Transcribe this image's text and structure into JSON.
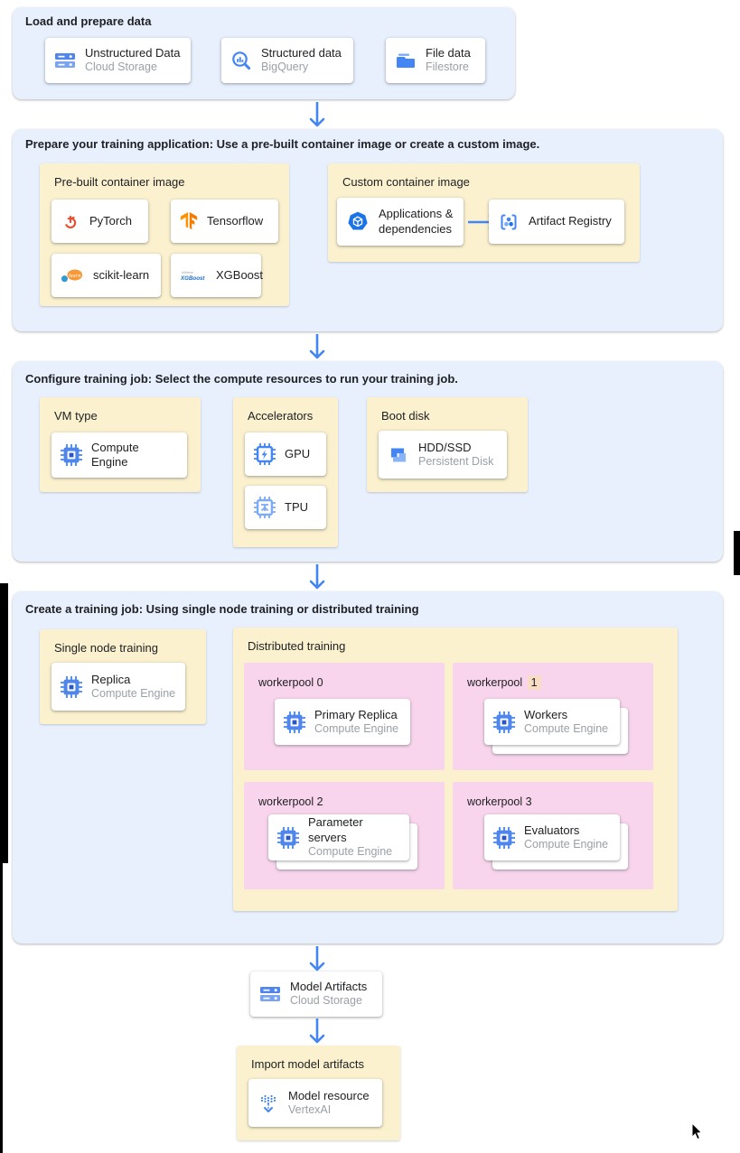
{
  "colors": {
    "accent_blue": "#4285f4",
    "section_bg": "#e8f0fe",
    "panel_yellow": "#fbf1cf",
    "panel_pink": "#f8d5ec",
    "highlight_peach": "#f8dcc3",
    "title_text": "#202124",
    "subtitle_text": "#9aa0a6"
  },
  "icons": {
    "unstructured": "cloud-storage-icon",
    "structured": "bigquery-icon",
    "filedata": "filestore-icon",
    "pytorch": "pytorch-icon",
    "tensorflow": "tensorflow-icon",
    "scikit": "scikit-learn-icon",
    "xgboost": "xgboost-icon",
    "appdeps": "container-applications-icon",
    "artifact_registry": "artifact-registry-icon",
    "compute_engine": "compute-engine-icon",
    "gpu": "gpu-icon",
    "tpu": "tpu-icon",
    "boot_disk": "persistent-disk-icon",
    "vertex": "vertex-ai-icon",
    "cursor": "mouse-pointer"
  },
  "sections": {
    "load": {
      "title": "Load and prepare data"
    },
    "prepare": {
      "title": "Prepare your training application: Use a pre-built container image or create a custom image.",
      "prebuilt_label": "Pre-built container image",
      "custom_label": "Custom container image"
    },
    "configure": {
      "title": "Configure training job: Select the compute resources to run your training job.",
      "vm_label": "VM type",
      "accelerators_label": "Accelerators",
      "boot_label": "Boot disk"
    },
    "train": {
      "title": "Create a training job: Using single node training or distributed training",
      "single_label": "Single node training",
      "distributed_label": "Distributed training",
      "workerpools": [
        {
          "prefix": "workerpool",
          "num": "0"
        },
        {
          "prefix": "workerpool",
          "num": "1"
        },
        {
          "prefix": "workerpool",
          "num": "2"
        },
        {
          "prefix": "workerpool",
          "num": "3"
        }
      ]
    },
    "import": {
      "label": "Import model artifacts"
    }
  },
  "cards": {
    "unstructured": {
      "title": "Unstructured Data",
      "subtitle": "Cloud Storage"
    },
    "structured": {
      "title": "Structured data",
      "subtitle": "BigQuery"
    },
    "filedata": {
      "title": "File data",
      "subtitle": "Filestore"
    },
    "pytorch": {
      "title": "PyTorch"
    },
    "tensorflow": {
      "title": "Tensorflow"
    },
    "scikit": {
      "title": "scikit-learn"
    },
    "xgboost": {
      "title": "XGBoost"
    },
    "appdeps": {
      "title": "Applications & dependencies"
    },
    "artifact_registry": {
      "title": "Artifact Registry"
    },
    "compute_engine": {
      "title": "Compute Engine"
    },
    "gpu": {
      "title": "GPU"
    },
    "tpu": {
      "title": "TPU"
    },
    "boot_disk": {
      "title": "HDD/SSD",
      "subtitle": "Persistent Disk"
    },
    "replica": {
      "title": "Replica",
      "subtitle": "Compute Engine"
    },
    "primary_replica": {
      "title": "Primary Replica",
      "subtitle": "Compute Engine"
    },
    "workers": {
      "title": "Workers",
      "subtitle": "Compute Engine"
    },
    "parameter_servers": {
      "title": "Parameter servers",
      "subtitle": "Compute Engine"
    },
    "evaluators": {
      "title": "Evaluators",
      "subtitle": "Compute Engine"
    },
    "model_artifacts": {
      "title": "Model Artifacts",
      "subtitle": "Cloud Storage"
    },
    "model_resource": {
      "title": "Model resource",
      "subtitle": "VertexAI"
    }
  }
}
